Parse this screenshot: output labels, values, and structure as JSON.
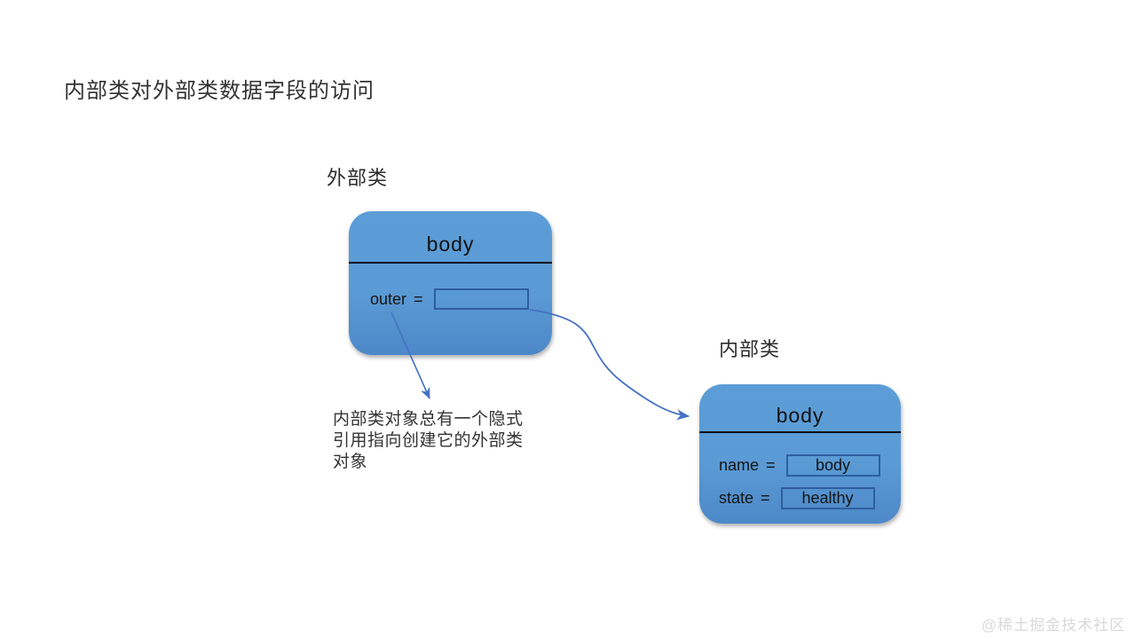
{
  "title": "内部类对外部类数据字段的访问",
  "outer_class": {
    "label": "外部类",
    "box_title": "body",
    "field": {
      "name": "outer",
      "eq": "=",
      "value": ""
    }
  },
  "inner_class": {
    "label": "内部类",
    "box_title": "body",
    "fields": [
      {
        "name": "name",
        "eq": "=",
        "value": "body"
      },
      {
        "name": "state",
        "eq": "=",
        "value": "healthy"
      }
    ]
  },
  "annotation": "内部类对象总有一个隐式引用指向创建它的外部类对象",
  "watermark": "@稀土掘金技术社区",
  "colors": {
    "box_fill": "#5B9BD5",
    "box_fill_bottom": "#4D88C8",
    "field_border": "#2E5E9E",
    "arrow": "#4472C4",
    "separator": "#0A0A0A",
    "title_text": "#333333",
    "watermark_text": "#D9D9D9"
  }
}
